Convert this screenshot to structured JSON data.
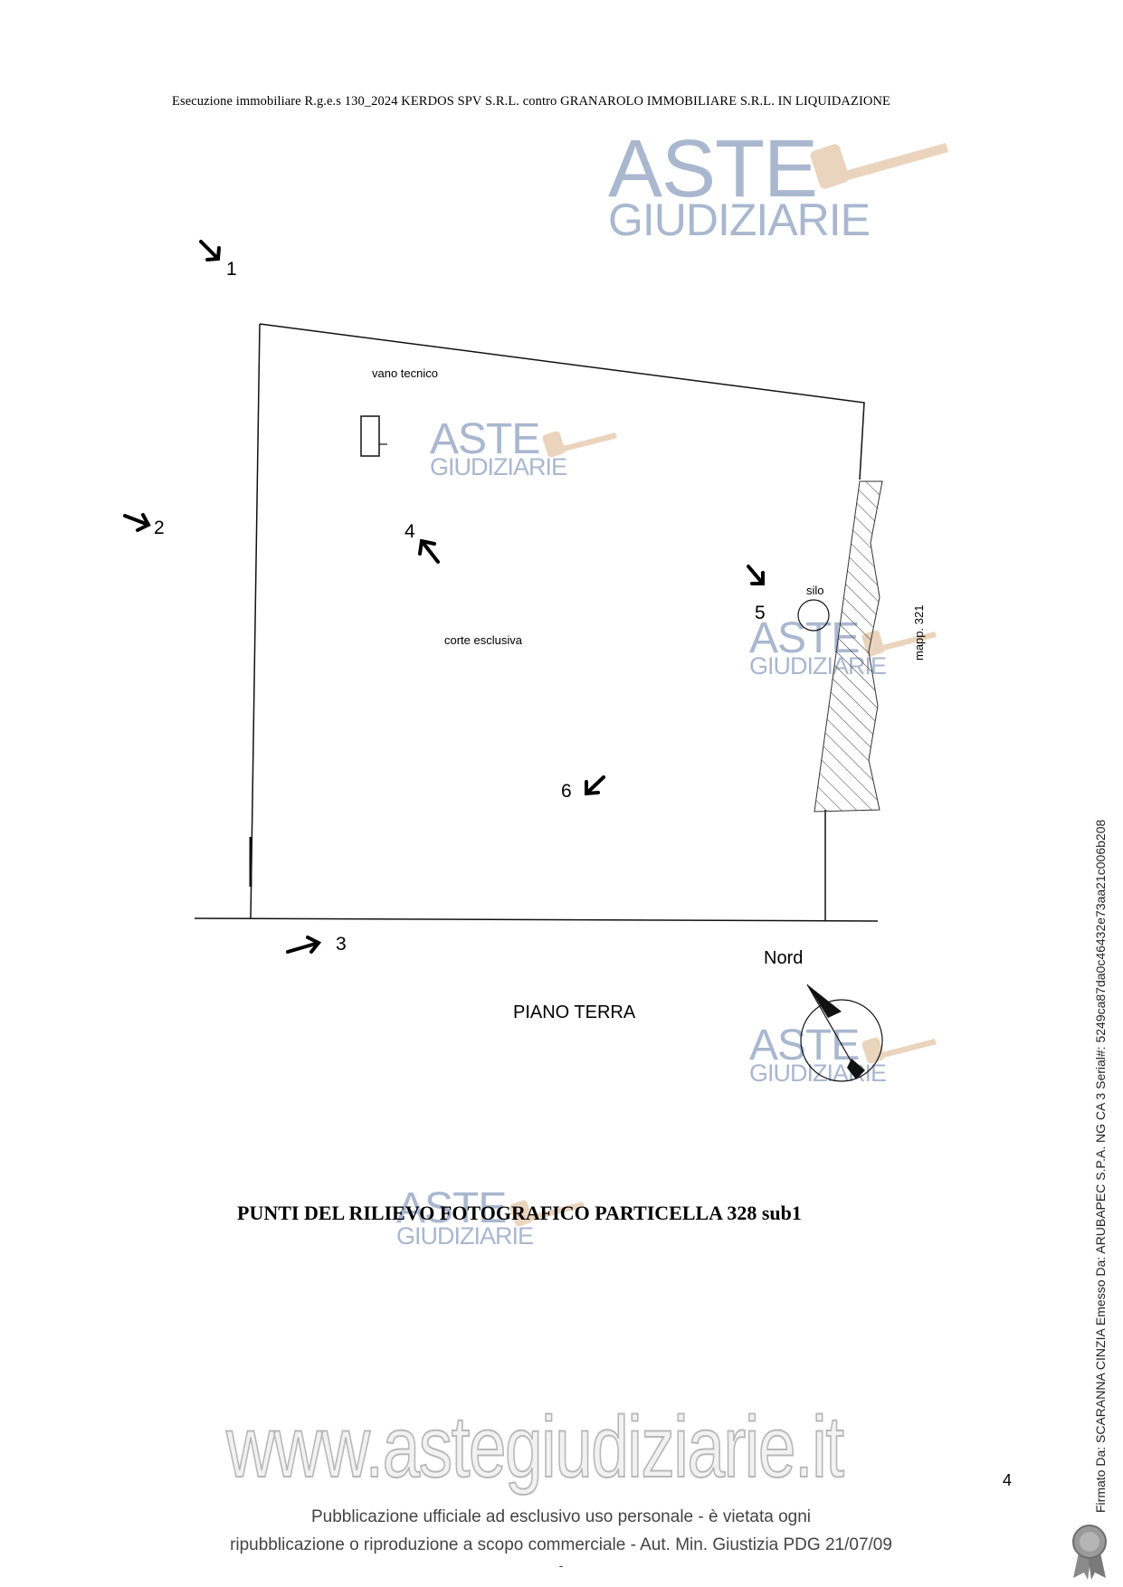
{
  "header": {
    "text": "Esecuzione immobiliare R.g.e.s 130_2024 KERDOS SPV S.R.L. contro  GRANAROLO IMMOBILIARE S.R.L. IN LIQUIDAZIONE"
  },
  "watermark": {
    "line1": "ASTE",
    "line2": "GIUDIZIARIE"
  },
  "plan": {
    "labels": {
      "vano_tecnico": "vano tecnico",
      "corte_esclusiva": "corte esclusiva",
      "silo": "silo",
      "mapp": "mapp. 321",
      "nord": "Nord",
      "piano_terra": "PIANO TERRA"
    },
    "photo_points": [
      "1",
      "2",
      "3",
      "4",
      "5",
      "6"
    ]
  },
  "caption": "PUNTI DEL RILIEVO FOTOGRAFICO PARTICELLA 328 sub1",
  "site_watermark": "www.astegiudiziarie.it",
  "footer": {
    "line1": "Pubblicazione ufficiale ad esclusivo uso personale - è vietata ogni",
    "line2": "ripubblicazione o riproduzione a scopo commerciale - Aut. Min. Giustizia PDG 21/07/09",
    "dash": "-"
  },
  "page_number": "4",
  "signature": "Firmato Da: SCARANNA CINZIA Emesso Da: ARUBAPEC S.P.A. NG CA 3 Serial#: 5249ca87da0c46432e73aa21c006b208",
  "colors": {
    "watermark": "#a9b7cf",
    "gavel": "#e7cdb2"
  }
}
